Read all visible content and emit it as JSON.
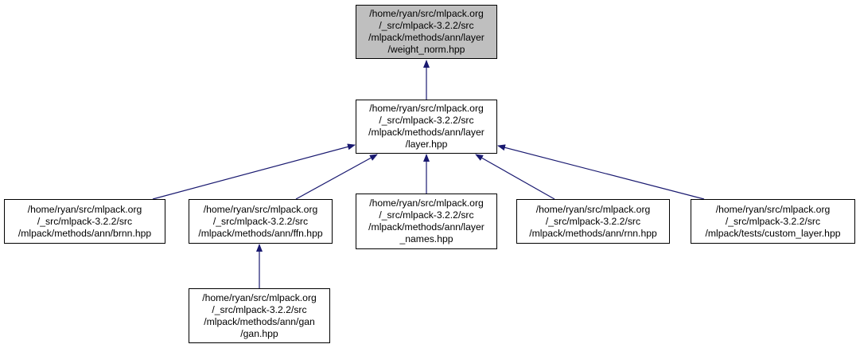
{
  "colors": {
    "edge": "#191970",
    "root_fill": "#bfbfbf",
    "node_fill": "#ffffff",
    "border": "#000000"
  },
  "nodes": [
    {
      "id": "weight_norm",
      "lines": [
        "/home/ryan/src/mlpack.org",
        "/_src/mlpack-3.2.2/src",
        "/mlpack/methods/ann/layer",
        "/weight_norm.hpp"
      ],
      "root": true
    },
    {
      "id": "layer",
      "lines": [
        "/home/ryan/src/mlpack.org",
        "/_src/mlpack-3.2.2/src",
        "/mlpack/methods/ann/layer",
        "/layer.hpp"
      ]
    },
    {
      "id": "brnn",
      "lines": [
        "/home/ryan/src/mlpack.org",
        "/_src/mlpack-3.2.2/src",
        "/mlpack/methods/ann/brnn.hpp"
      ]
    },
    {
      "id": "ffn",
      "lines": [
        "/home/ryan/src/mlpack.org",
        "/_src/mlpack-3.2.2/src",
        "/mlpack/methods/ann/ffn.hpp"
      ]
    },
    {
      "id": "layer_names",
      "lines": [
        "/home/ryan/src/mlpack.org",
        "/_src/mlpack-3.2.2/src",
        "/mlpack/methods/ann/layer",
        "_names.hpp"
      ]
    },
    {
      "id": "rnn",
      "lines": [
        "/home/ryan/src/mlpack.org",
        "/_src/mlpack-3.2.2/src",
        "/mlpack/methods/ann/rnn.hpp"
      ]
    },
    {
      "id": "custom_layer",
      "lines": [
        "/home/ryan/src/mlpack.org",
        "/_src/mlpack-3.2.2/src",
        "/mlpack/tests/custom_layer.hpp"
      ]
    },
    {
      "id": "gan",
      "lines": [
        "/home/ryan/src/mlpack.org",
        "/_src/mlpack-3.2.2/src",
        "/mlpack/methods/ann/gan",
        "/gan.hpp"
      ]
    }
  ],
  "edges": [
    {
      "from": "layer",
      "to": "weight_norm"
    },
    {
      "from": "brnn",
      "to": "layer"
    },
    {
      "from": "ffn",
      "to": "layer"
    },
    {
      "from": "layer_names",
      "to": "layer"
    },
    {
      "from": "rnn",
      "to": "layer"
    },
    {
      "from": "custom_layer",
      "to": "layer"
    },
    {
      "from": "gan",
      "to": "ffn"
    }
  ]
}
